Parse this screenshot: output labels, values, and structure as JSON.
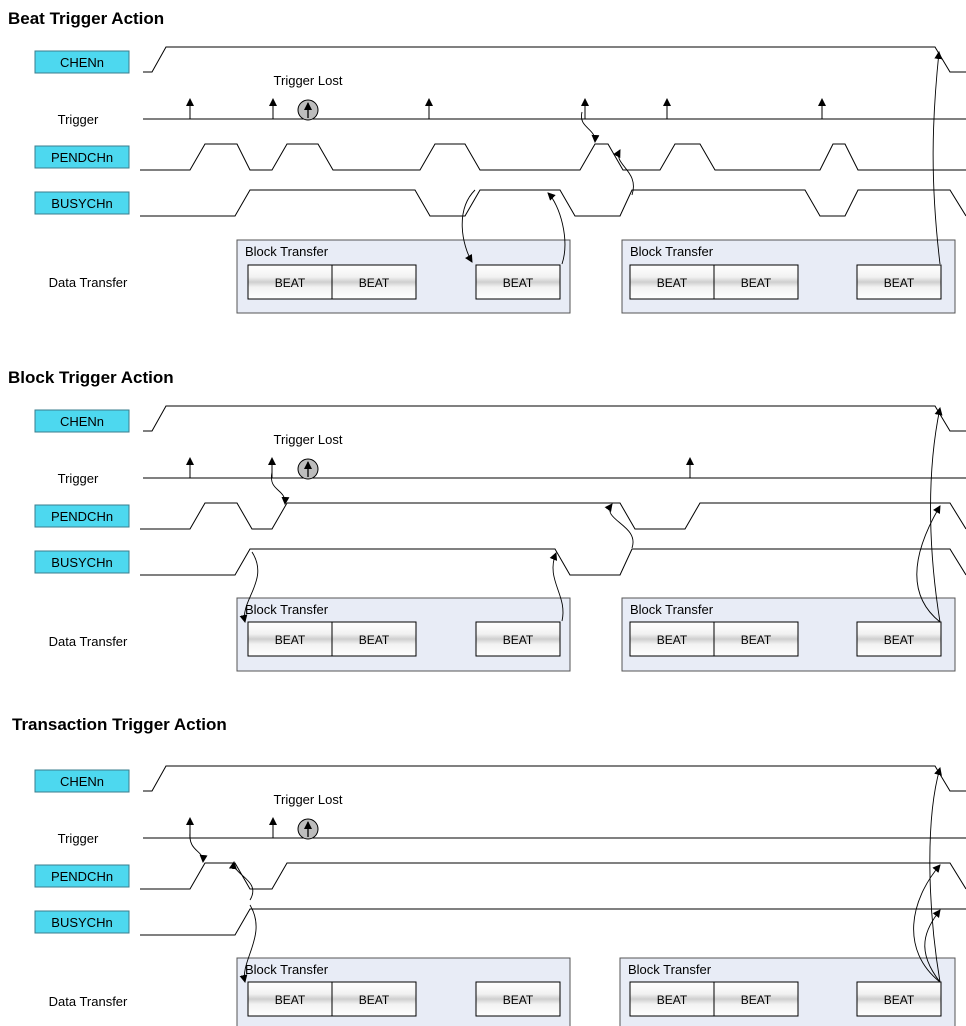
{
  "sections": [
    {
      "title": "Beat Trigger Action",
      "signals": [
        "CHENn",
        "Trigger",
        "PENDCHn",
        "BUSYCHn",
        "Data Transfer"
      ],
      "trigger_lost_label": "Trigger Lost",
      "block_label": "Block Transfer",
      "beat_label": "BEAT"
    },
    {
      "title": "Block Trigger Action",
      "signals": [
        "CHENn",
        "Trigger",
        "PENDCHn",
        "BUSYCHn",
        "Data Transfer"
      ],
      "trigger_lost_label": "Trigger Lost",
      "block_label": "Block Transfer",
      "beat_label": "BEAT"
    },
    {
      "title": "Transaction Trigger Action",
      "signals": [
        "CHENn",
        "Trigger",
        "PENDCHn",
        "BUSYCHn",
        "Data Transfer"
      ],
      "trigger_lost_label": "Trigger Lost",
      "block_label": "Block Transfer",
      "beat_label": "BEAT"
    }
  ],
  "colors": {
    "signal_box": "#4dd8ef",
    "block_bg": "#e8ecf6",
    "trigger_lost_circle": "#bdbdbd"
  }
}
